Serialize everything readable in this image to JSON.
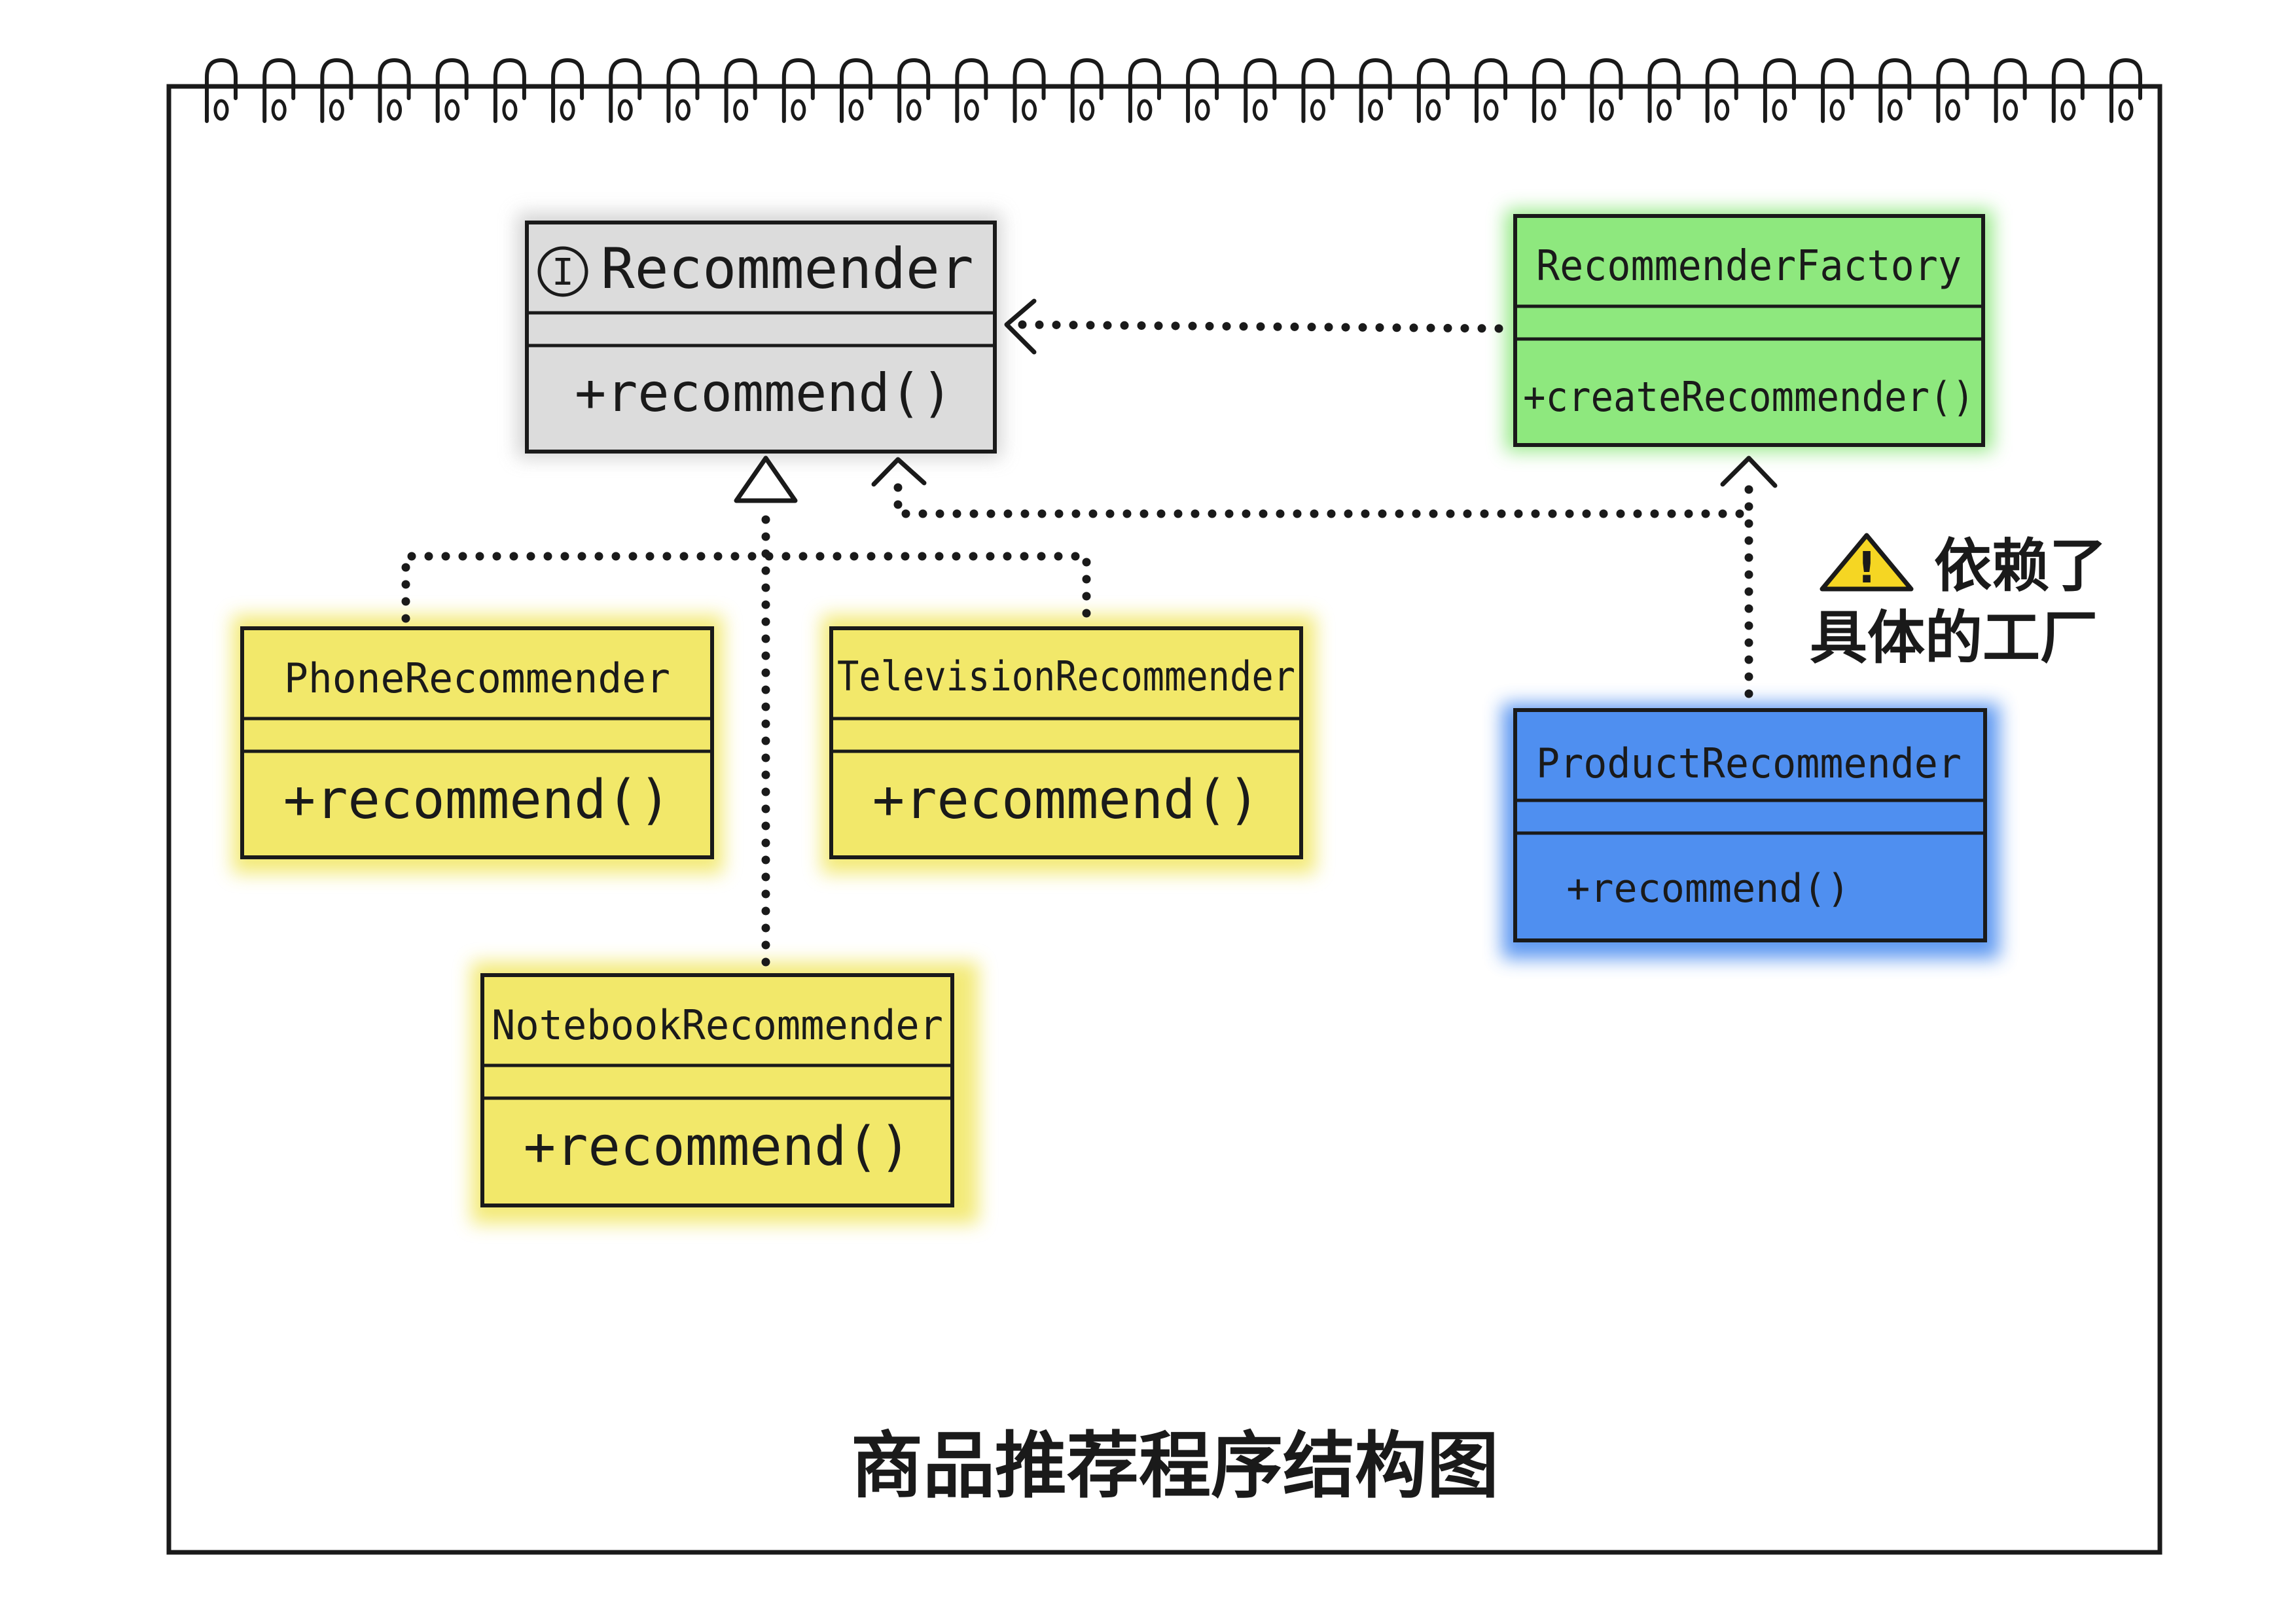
{
  "colors": {
    "interface_fill": "#dcdcdc",
    "factory_fill": "#8ee87e",
    "concrete_fill": "#f2e86a",
    "product_fill": "#4f8ff0",
    "warning_fill": "#f5d623",
    "ink": "#1a1a1a"
  },
  "classes": {
    "recommender": {
      "name": "Recommender",
      "stereotype_glyph": "I",
      "method": "+recommend()"
    },
    "factory": {
      "name": "RecommenderFactory",
      "method": "+createRecommender()"
    },
    "phone": {
      "name": "PhoneRecommender",
      "method": "+recommend()"
    },
    "television": {
      "name": "TelevisionRecommender",
      "method": "+recommend()"
    },
    "notebook": {
      "name": "NotebookRecommender",
      "method": "+recommend()"
    },
    "product": {
      "name": "ProductRecommender",
      "method": "+recommend()"
    }
  },
  "warning": {
    "glyph": "!",
    "line1": "依赖了",
    "line2": "具体的工厂"
  },
  "caption": "商品推荐程序结构图",
  "icons": {
    "warning": "warning-icon",
    "interface": "interface-icon",
    "binding": "spiral-binding-icon"
  }
}
